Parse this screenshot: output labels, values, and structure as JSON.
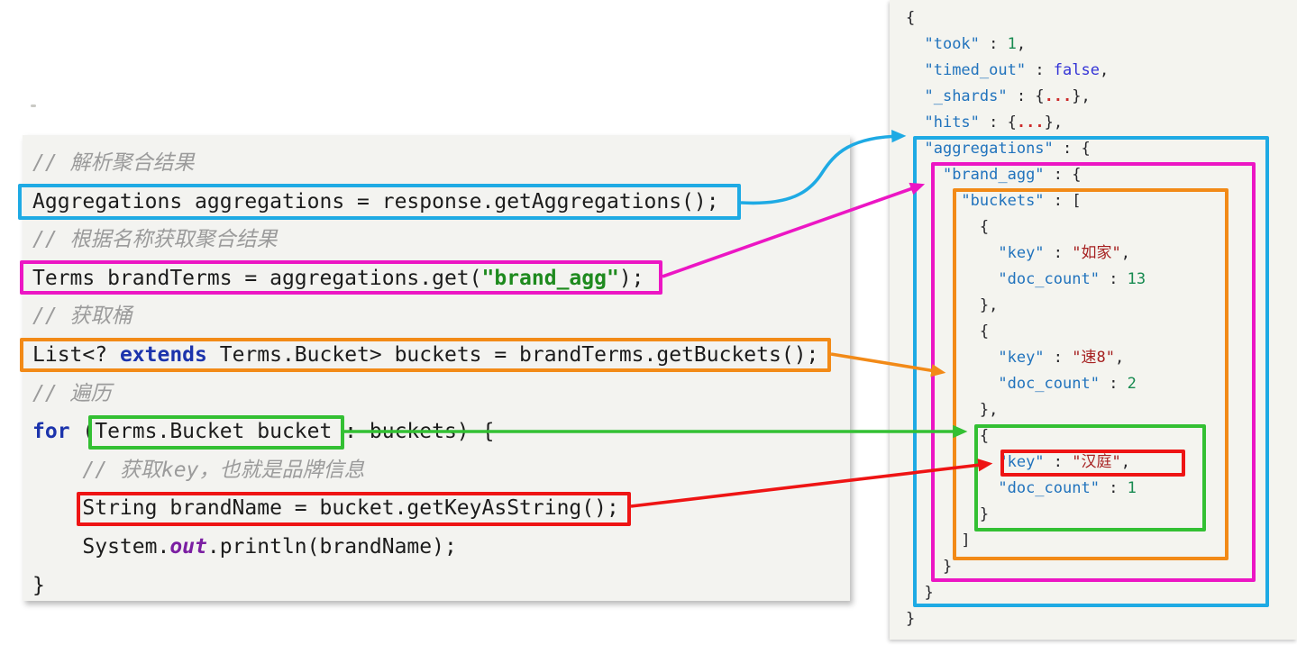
{
  "colors": {
    "cyan": "#1eaae4",
    "magenta": "#ec16c4",
    "orange": "#f28a17",
    "green": "#33c033",
    "red": "#ee1414",
    "json_key": "#2173bd",
    "json_string": "#a62121",
    "json_number": "#178a50",
    "json_boolean": "#3434d6",
    "json_ellipsis": "#cc2a2a",
    "code_keyword": "#1c34ac",
    "code_string": "#1e8a1e",
    "code_field": "#7b1fa2"
  },
  "code_panel": {
    "language": "java",
    "lines": [
      {
        "tokens": [
          {
            "type": "comment",
            "text": "// 解析聚合结果"
          }
        ]
      },
      {
        "tokens": [
          {
            "type": "plain",
            "text": "Aggregations aggregations = response.getAggregations();"
          }
        ],
        "highlight": "cyan"
      },
      {
        "tokens": [
          {
            "type": "comment",
            "text": "// 根据名称获取聚合结果"
          }
        ]
      },
      {
        "tokens": [
          {
            "type": "plain",
            "text": "Terms brandTerms = aggregations.get("
          },
          {
            "type": "string",
            "text": "\"brand_agg\""
          },
          {
            "type": "plain",
            "text": ");"
          }
        ],
        "highlight": "magenta"
      },
      {
        "tokens": [
          {
            "type": "comment",
            "text": "// 获取桶"
          }
        ]
      },
      {
        "tokens": [
          {
            "type": "plain",
            "text": "List<? "
          },
          {
            "type": "keyword",
            "text": "extends"
          },
          {
            "type": "plain",
            "text": " Terms.Bucket> buckets = brandTerms.getBuckets();"
          }
        ],
        "highlight": "orange"
      },
      {
        "tokens": [
          {
            "type": "comment",
            "text": "// 遍历"
          }
        ]
      },
      {
        "tokens": [
          {
            "type": "keyword",
            "text": "for"
          },
          {
            "type": "plain",
            "text": " (Terms.Bucket bucket : buckets) {"
          }
        ],
        "highlight": "green"
      },
      {
        "tokens": [
          {
            "type": "plain",
            "text": "    "
          },
          {
            "type": "comment",
            "text": "// 获取key，也就是品牌信息"
          }
        ]
      },
      {
        "tokens": [
          {
            "type": "plain",
            "text": "    String brandName = bucket.getKeyAsString();"
          }
        ],
        "highlight": "red"
      },
      {
        "tokens": [
          {
            "type": "plain",
            "text": "    System."
          },
          {
            "type": "field",
            "text": "out"
          },
          {
            "type": "plain",
            "text": ".println(brandName);"
          }
        ]
      },
      {
        "tokens": [
          {
            "type": "plain",
            "text": "}"
          }
        ]
      }
    ]
  },
  "json_panel": {
    "lines": [
      {
        "tokens": [
          {
            "type": "punc",
            "text": "{"
          }
        ]
      },
      {
        "tokens": [
          {
            "type": "punc",
            "text": "  "
          },
          {
            "type": "key",
            "text": "\"took\""
          },
          {
            "type": "punc",
            "text": " : "
          },
          {
            "type": "num",
            "text": "1"
          },
          {
            "type": "punc",
            "text": ","
          }
        ]
      },
      {
        "tokens": [
          {
            "type": "punc",
            "text": "  "
          },
          {
            "type": "key",
            "text": "\"timed_out\""
          },
          {
            "type": "punc",
            "text": " : "
          },
          {
            "type": "bool",
            "text": "false"
          },
          {
            "type": "punc",
            "text": ","
          }
        ]
      },
      {
        "tokens": [
          {
            "type": "punc",
            "text": "  "
          },
          {
            "type": "key",
            "text": "\"_shards\""
          },
          {
            "type": "punc",
            "text": " : {"
          },
          {
            "type": "dots",
            "text": "..."
          },
          {
            "type": "punc",
            "text": "},"
          }
        ]
      },
      {
        "tokens": [
          {
            "type": "punc",
            "text": "  "
          },
          {
            "type": "key",
            "text": "\"hits\""
          },
          {
            "type": "punc",
            "text": " : {"
          },
          {
            "type": "dots",
            "text": "..."
          },
          {
            "type": "punc",
            "text": "},"
          }
        ]
      },
      {
        "tokens": [
          {
            "type": "punc",
            "text": "  "
          },
          {
            "type": "key",
            "text": "\"aggregations\""
          },
          {
            "type": "punc",
            "text": " : {"
          }
        ],
        "highlight": "cyan"
      },
      {
        "tokens": [
          {
            "type": "punc",
            "text": "    "
          },
          {
            "type": "key",
            "text": "\"brand_agg\""
          },
          {
            "type": "punc",
            "text": " : {"
          }
        ],
        "highlight": "magenta"
      },
      {
        "tokens": [
          {
            "type": "punc",
            "text": "      "
          },
          {
            "type": "key",
            "text": "\"buckets\""
          },
          {
            "type": "punc",
            "text": " : ["
          }
        ],
        "highlight": "orange"
      },
      {
        "tokens": [
          {
            "type": "punc",
            "text": "        {"
          }
        ]
      },
      {
        "tokens": [
          {
            "type": "punc",
            "text": "          "
          },
          {
            "type": "key",
            "text": "\"key\""
          },
          {
            "type": "punc",
            "text": " : "
          },
          {
            "type": "str",
            "text": "\"如家\""
          },
          {
            "type": "punc",
            "text": ","
          }
        ]
      },
      {
        "tokens": [
          {
            "type": "punc",
            "text": "          "
          },
          {
            "type": "key",
            "text": "\"doc_count\""
          },
          {
            "type": "punc",
            "text": " : "
          },
          {
            "type": "num",
            "text": "13"
          }
        ]
      },
      {
        "tokens": [
          {
            "type": "punc",
            "text": "        },"
          }
        ]
      },
      {
        "tokens": [
          {
            "type": "punc",
            "text": "        {"
          }
        ]
      },
      {
        "tokens": [
          {
            "type": "punc",
            "text": "          "
          },
          {
            "type": "key",
            "text": "\"key\""
          },
          {
            "type": "punc",
            "text": " : "
          },
          {
            "type": "str",
            "text": "\"速8\""
          },
          {
            "type": "punc",
            "text": ","
          }
        ]
      },
      {
        "tokens": [
          {
            "type": "punc",
            "text": "          "
          },
          {
            "type": "key",
            "text": "\"doc_count\""
          },
          {
            "type": "punc",
            "text": " : "
          },
          {
            "type": "num",
            "text": "2"
          }
        ]
      },
      {
        "tokens": [
          {
            "type": "punc",
            "text": "        },"
          }
        ]
      },
      {
        "tokens": [
          {
            "type": "punc",
            "text": "        {"
          }
        ],
        "highlight": "green"
      },
      {
        "tokens": [
          {
            "type": "punc",
            "text": "          "
          },
          {
            "type": "key",
            "text": "\"key\""
          },
          {
            "type": "punc",
            "text": " : "
          },
          {
            "type": "str",
            "text": "\"汉庭\""
          },
          {
            "type": "punc",
            "text": ","
          }
        ],
        "highlight": "red"
      },
      {
        "tokens": [
          {
            "type": "punc",
            "text": "          "
          },
          {
            "type": "key",
            "text": "\"doc_count\""
          },
          {
            "type": "punc",
            "text": " : "
          },
          {
            "type": "num",
            "text": "1"
          }
        ]
      },
      {
        "tokens": [
          {
            "type": "punc",
            "text": "        }"
          }
        ]
      },
      {
        "tokens": [
          {
            "type": "punc",
            "text": "      ]"
          }
        ]
      },
      {
        "tokens": [
          {
            "type": "punc",
            "text": "    }"
          }
        ]
      },
      {
        "tokens": [
          {
            "type": "punc",
            "text": "  }"
          }
        ]
      },
      {
        "tokens": [
          {
            "type": "punc",
            "text": "}"
          }
        ]
      }
    ]
  },
  "connections": [
    {
      "name": "cyan",
      "from": "Aggregations line",
      "to": "aggregations object"
    },
    {
      "name": "magenta",
      "from": "Terms line",
      "to": "brand_agg object"
    },
    {
      "name": "orange",
      "from": "List buckets line",
      "to": "buckets array"
    },
    {
      "name": "green",
      "from": "for loop line",
      "to": "third bucket object"
    },
    {
      "name": "red",
      "from": "brandName line",
      "to": "key 汉庭 entry"
    }
  ]
}
